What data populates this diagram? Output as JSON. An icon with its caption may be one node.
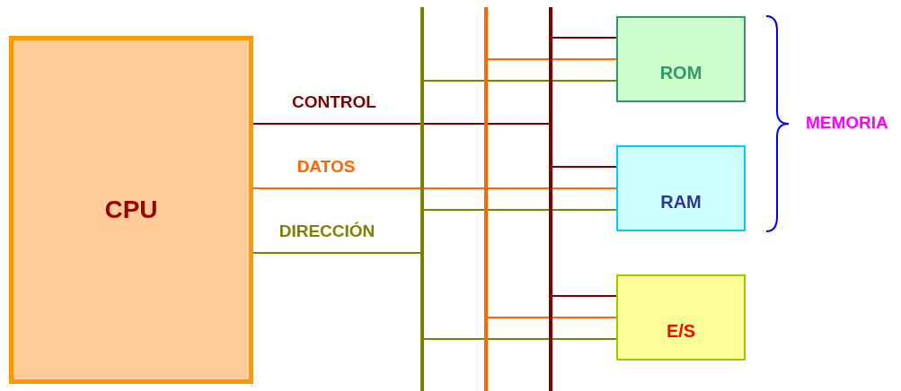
{
  "diagram": {
    "nodes": [
      {
        "text": [
          "CPU"
        ]
      },
      {
        "text": [
          "ROM"
        ]
      },
      {
        "text": [
          "RAM"
        ]
      },
      {
        "text": [
          "E/S"
        ]
      },
      {
        "text": [],
        "shape": "bar"
      },
      {
        "text": [],
        "shape": "bar"
      },
      {
        "text": [],
        "shape": "bar"
      }
    ],
    "edges": [
      {
        "from": 0,
        "to": 6,
        "arrow": "none",
        "label": "CONTROL",
        "color": "#800000"
      },
      {
        "from": 0,
        "to": 5,
        "arrow": "none",
        "label": "DATOS",
        "color": "#ff6600"
      },
      {
        "from": 0,
        "to": 4,
        "arrow": "none",
        "label": "DIRECCIÓN",
        "color": "#808000"
      },
      {
        "from": 6,
        "to": 1,
        "arrow": "none",
        "color": "#800000"
      },
      {
        "from": 5,
        "to": 1,
        "arrow": "none",
        "color": "#ff6600"
      },
      {
        "from": 4,
        "to": 1,
        "arrow": "none",
        "color": "#808000"
      },
      {
        "from": 6,
        "to": 2,
        "arrow": "none",
        "color": "#800000"
      },
      {
        "from": 5,
        "to": 2,
        "arrow": "none",
        "color": "#ff6600"
      },
      {
        "from": 4,
        "to": 2,
        "arrow": "none",
        "color": "#808000"
      },
      {
        "from": 6,
        "to": 3,
        "arrow": "none",
        "color": "#800000"
      },
      {
        "from": 5,
        "to": 3,
        "arrow": "none",
        "color": "#ff6600"
      },
      {
        "from": 4,
        "to": 3,
        "arrow": "none",
        "color": "#808000"
      }
    ],
    "labels": [
      "MEMORIA"
    ]
  }
}
